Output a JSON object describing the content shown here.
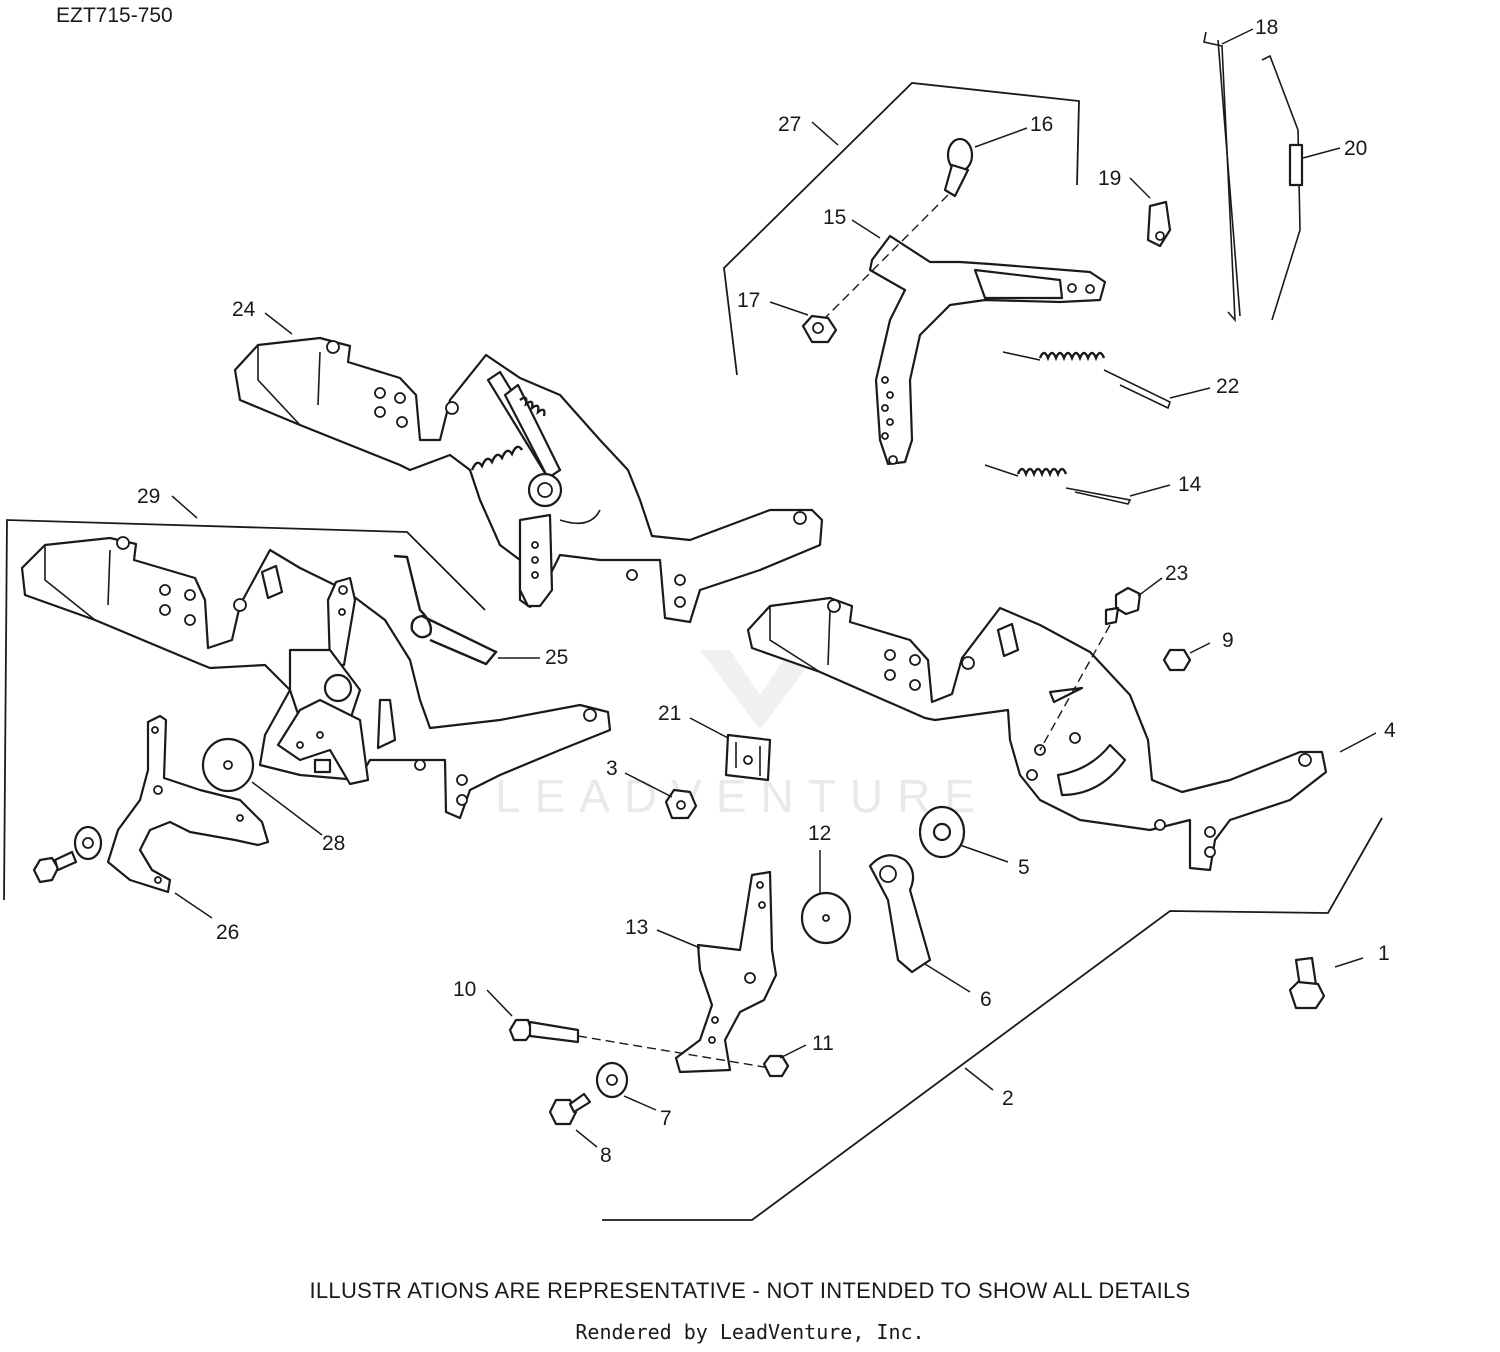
{
  "header": {
    "model_code": "EZT715-750"
  },
  "footer": {
    "disclaimer": "ILLUSTR ATIONS ARE REPRESENTATIVE - NOT INTENDED  TO SHOW ALL DETAILS",
    "credit": "Rendered by LeadVenture, Inc."
  },
  "watermark": {
    "text": "LEADVENTURE"
  },
  "callouts": {
    "c1": "1",
    "c2": "2",
    "c3": "3",
    "c4": "4",
    "c5": "5",
    "c6": "6",
    "c7": "7",
    "c8": "8",
    "c9": "9",
    "c10": "10",
    "c11": "11",
    "c12": "12",
    "c13": "13",
    "c14": "14",
    "c15": "15",
    "c16": "16",
    "c17": "17",
    "c18": "18",
    "c19": "19",
    "c20": "20",
    "c21": "21",
    "c22": "22",
    "c23": "23",
    "c24": "24",
    "c25": "25",
    "c26": "26",
    "c27": "27",
    "c28": "28",
    "c29": "29"
  },
  "colors": {
    "line": "#1a1a1a",
    "background": "#ffffff",
    "watermark": "#cfcfcf"
  }
}
